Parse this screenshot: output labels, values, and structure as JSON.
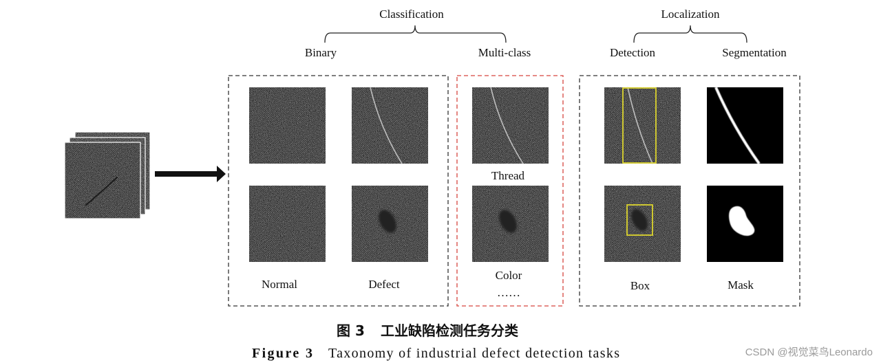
{
  "figure": {
    "classification": {
      "title": "Classification",
      "binary": "Binary",
      "multi_class": "Multi-class"
    },
    "localization": {
      "title": "Localization",
      "detection": "Detection",
      "segmentation": "Segmentation"
    },
    "labels": {
      "normal": "Normal",
      "defect": "Defect",
      "thread": "Thread",
      "color": "Color",
      "ellipsis": "……",
      "box": "Box",
      "mask": "Mask"
    },
    "colors": {
      "dashed_black": "#333333",
      "dashed_red": "#d6453e",
      "bbox_yellow": "#e4dc2c",
      "mask_background": "#000000",
      "mask_foreground": "#ffffff",
      "arrow": "#111111"
    }
  },
  "caption": {
    "cn_label": "图 3",
    "cn_text": "工业缺陷检测任务分类",
    "en_label": "Figure 3",
    "en_text": "Taxonomy of industrial defect detection tasks"
  },
  "watermark": "CSDN @视觉菜鸟Leonardo"
}
